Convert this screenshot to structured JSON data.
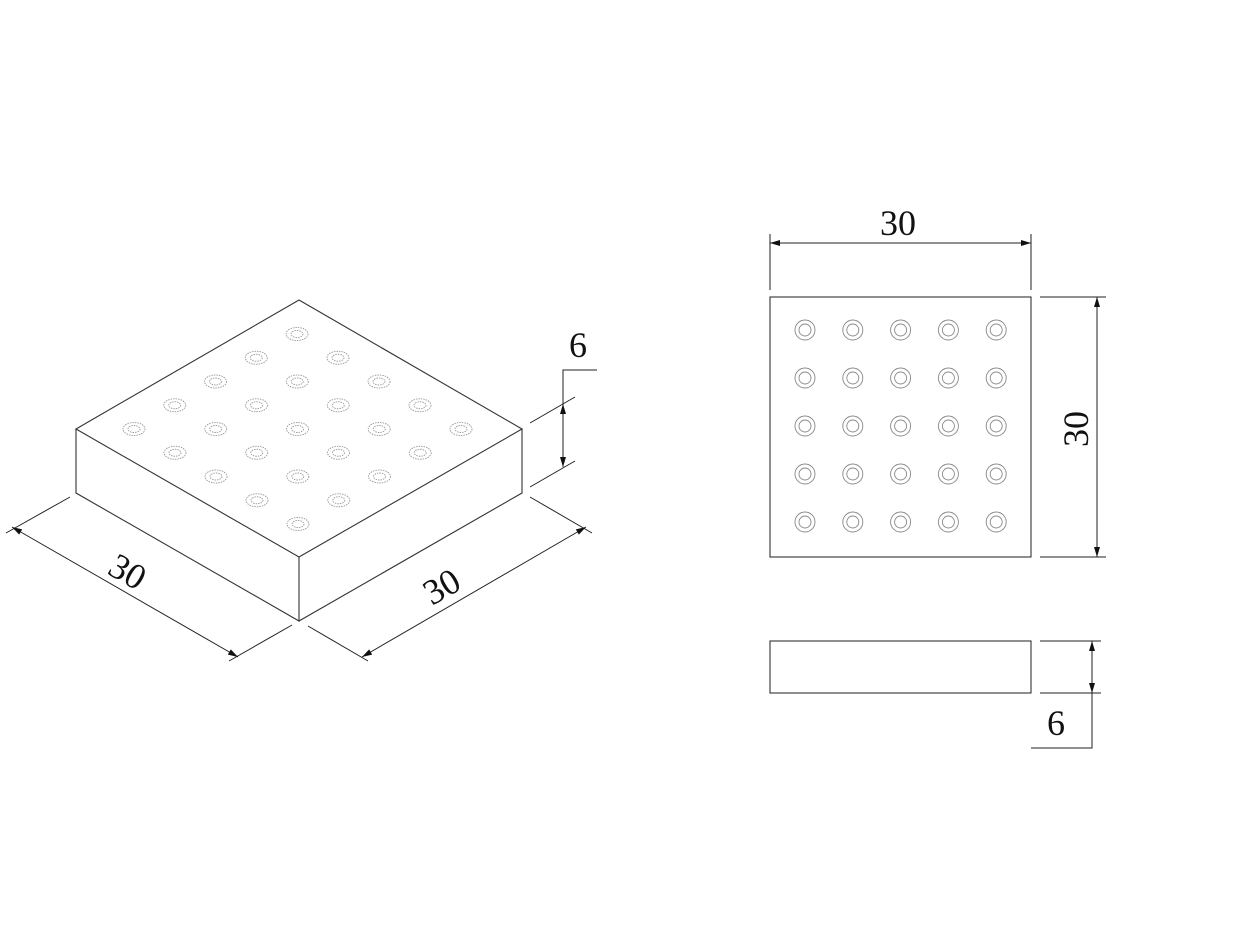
{
  "drawing": {
    "isometric_view": {
      "length_label": "30",
      "width_label": "30",
      "height_label": "6"
    },
    "top_view": {
      "width_label": "30",
      "height_label": "30"
    },
    "side_view": {
      "thickness_label": "6"
    },
    "dot_grid": {
      "rows": 5,
      "cols": 5
    },
    "colors": {
      "line": "#222222",
      "dots": "#888888",
      "background": "#ffffff"
    }
  }
}
